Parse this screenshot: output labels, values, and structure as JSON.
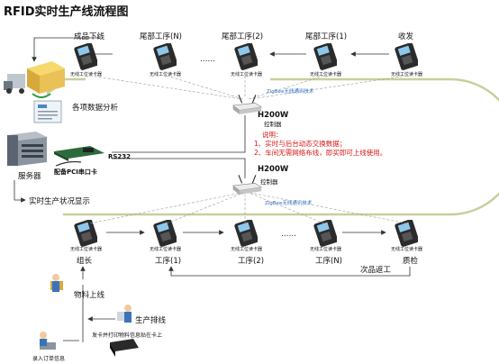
{
  "title": "RFID实时生产线流程图",
  "stations_top": [
    "成品下线",
    "尾部工序(N)",
    "尾部工序(2)",
    "尾部工序(1)",
    "收发"
  ],
  "reader_label": "无线工位读卡器",
  "dots": "……",
  "stations_bottom": [
    "组长",
    "工序(1)",
    "工序(2)",
    "工序(N)",
    "质检"
  ],
  "zigbee_label": "ZigBee无线通讯技术",
  "controller_model": "H200W",
  "controller_label": "控制器",
  "analysis_label": "各项数据分析",
  "server_label": "服务器",
  "pci_label": "配备PCI串口卡",
  "rs232_label": "RS232",
  "realtime_label": "实时生产状况显示",
  "defect_label": "次品返工",
  "material_label": "物料上线",
  "schedule_label": "生产排线",
  "order_label": "录入订单信息",
  "print_label": "发卡并打印物料信息贴在卡上",
  "note_title": "说明：",
  "note_items": [
    "1、实时与后台动态交换数据；",
    "2、车间无需网络布线，即买即可上线使用。"
  ]
}
